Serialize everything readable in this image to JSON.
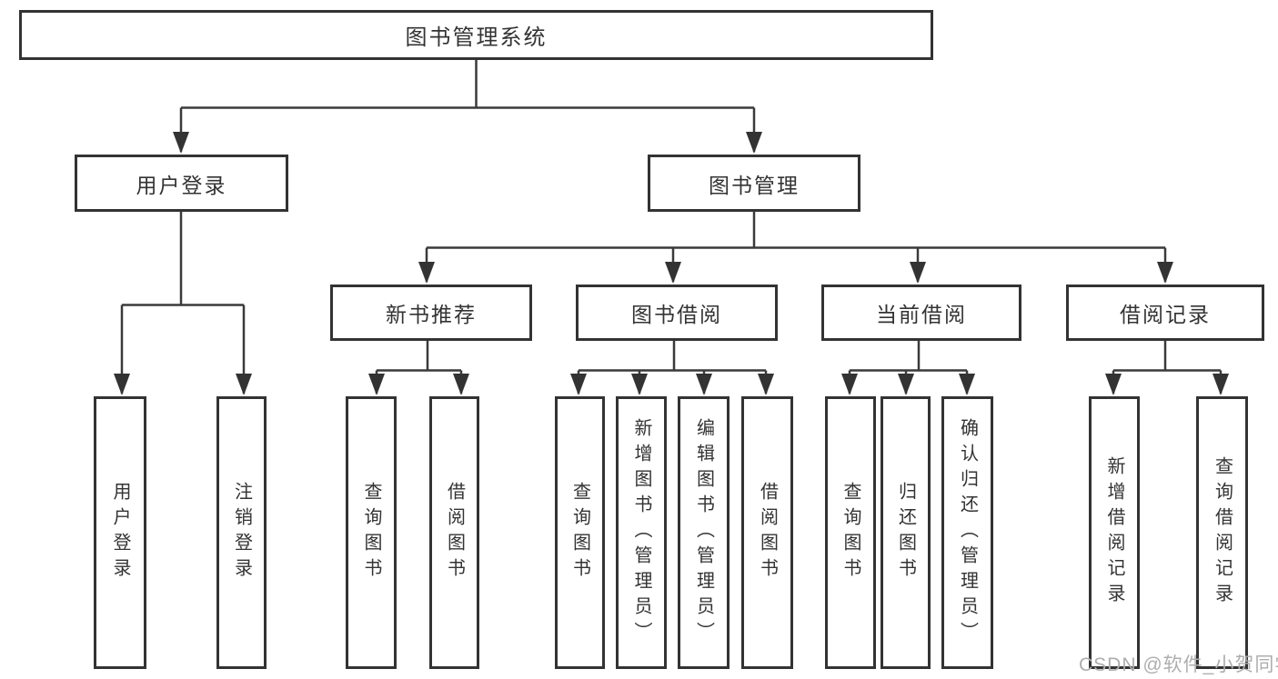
{
  "page": {
    "background": "#ffffff",
    "line_color": "#3a3a3a",
    "box_border_color": "#333333",
    "text_color": "#333333",
    "watermark": {
      "text": "CSDN @软件_小贺同学",
      "color": "#aeaeae"
    }
  },
  "diagram": {
    "type": "hierarchy-tree",
    "root": {
      "label": "图书管理系统"
    },
    "level2": [
      {
        "label": "用户登录"
      },
      {
        "label": "图书管理"
      }
    ],
    "level3": [
      {
        "label": "新书推荐",
        "parent": "图书管理"
      },
      {
        "label": "图书借阅",
        "parent": "图书管理"
      },
      {
        "label": "当前借阅",
        "parent": "图书管理"
      },
      {
        "label": "借阅记录",
        "parent": "图书管理"
      }
    ],
    "leaves": [
      {
        "label": "用户登录",
        "parent": "用户登录"
      },
      {
        "label": "注销登录",
        "parent": "用户登录"
      },
      {
        "label": "查询图书",
        "parent": "新书推荐"
      },
      {
        "label": "借阅图书",
        "parent": "新书推荐"
      },
      {
        "label": "查询图书",
        "parent": "图书借阅"
      },
      {
        "label": "新增图书（管理员）",
        "parent": "图书借阅"
      },
      {
        "label": "编辑图书（管理员）",
        "parent": "图书借阅"
      },
      {
        "label": "借阅图书",
        "parent": "图书借阅"
      },
      {
        "label": "查询图书",
        "parent": "当前借阅"
      },
      {
        "label": "归还图书",
        "parent": "当前借阅"
      },
      {
        "label": "确认归还（管理员）",
        "parent": "当前借阅"
      },
      {
        "label": "新增借阅记录",
        "parent": "借阅记录"
      },
      {
        "label": "查询借阅记录",
        "parent": "借阅记录"
      }
    ]
  }
}
